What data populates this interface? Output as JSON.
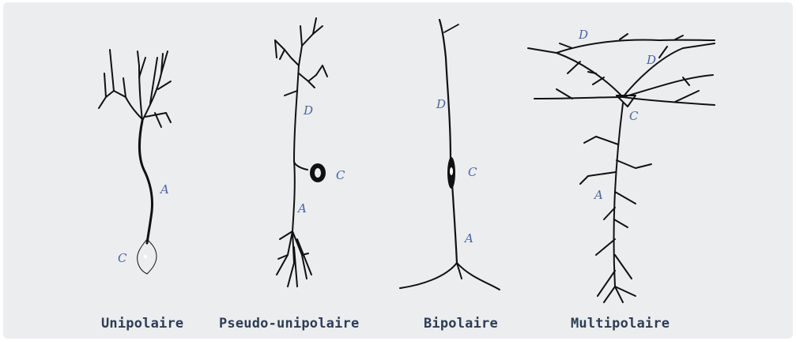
{
  "neurons": [
    {
      "id": "unipolar",
      "caption": "Unipolaire",
      "labels": {
        "axon": "A",
        "cell_body": "C"
      }
    },
    {
      "id": "pseudo-unipolar",
      "caption": "Pseudo-unipolaire",
      "labels": {
        "dendrite": "D",
        "cell_body": "C",
        "axon": "A"
      }
    },
    {
      "id": "bipolar",
      "caption": "Bipolaire",
      "labels": {
        "dendrite": "D",
        "cell_body": "C",
        "axon": "A"
      }
    },
    {
      "id": "multipolar",
      "caption": "Multipolaire",
      "labels": {
        "dendrite_1": "D",
        "dendrite_2": "D",
        "cell_body": "C",
        "axon": "A"
      }
    }
  ],
  "colors": {
    "background": "#ecedef",
    "label": "#4a63a3",
    "caption": "#2e3d55",
    "drawing": "#111111"
  }
}
